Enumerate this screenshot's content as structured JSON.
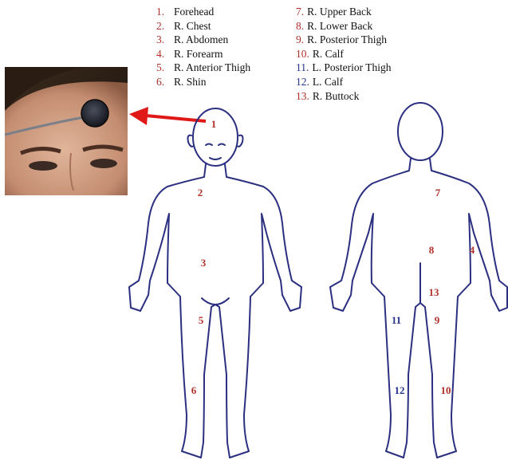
{
  "legend": {
    "left": [
      {
        "number": "1.",
        "name": "Forehead"
      },
      {
        "number": "2.",
        "name": "R. Chest"
      },
      {
        "number": "3.",
        "name": "R. Abdomen"
      },
      {
        "number": "4.",
        "name": "R. Forearm"
      },
      {
        "number": "5.",
        "name": "R. Anterior Thigh"
      },
      {
        "number": "6.",
        "name": "R. Shin"
      }
    ],
    "right": [
      {
        "number": "7.",
        "name": "R. Upper Back"
      },
      {
        "number": "8.",
        "name": "R. Lower Back"
      },
      {
        "number": "9.",
        "name": "R. Posterior Thigh"
      },
      {
        "number": "10.",
        "name": "R. Calf"
      },
      {
        "number": "11.",
        "name": "L. Posterior Thigh"
      },
      {
        "number": "12.",
        "name": "L. Calf"
      },
      {
        "number": "13.",
        "name": "R. Buttock"
      }
    ]
  },
  "sites": {
    "front": [
      {
        "label": "1"
      },
      {
        "label": "2"
      },
      {
        "label": "3"
      },
      {
        "label": "5"
      },
      {
        "label": "6"
      }
    ],
    "back": [
      {
        "label": "7"
      },
      {
        "label": "8"
      },
      {
        "label": "4"
      },
      {
        "label": "13"
      },
      {
        "label": "11"
      },
      {
        "label": "9"
      },
      {
        "label": "12"
      },
      {
        "label": "10"
      }
    ]
  },
  "colors": {
    "right_side": "#b0312b",
    "left_side": "#28358f",
    "arrow": "#e01818",
    "outline": "#2b2f80"
  }
}
